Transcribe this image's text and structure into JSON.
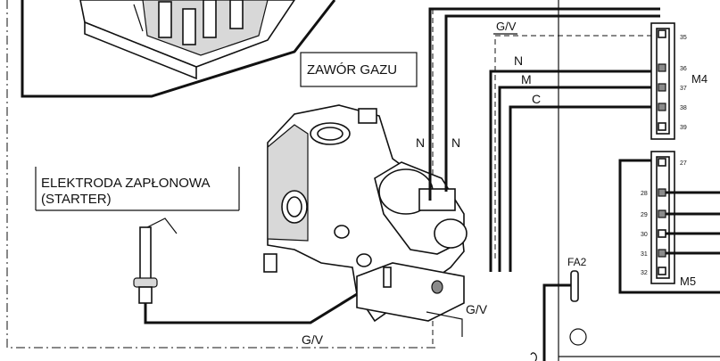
{
  "labels": {
    "gas_valve": "ZAWÓR GAZU",
    "ignition_electrode_line1": "ELEKTRODA ZAPŁONOWA",
    "ignition_electrode_line2": "(STARTER)",
    "gv_top": "G/V",
    "gv_right": "G/V",
    "gv_bottom": "G/V",
    "wire_n1": "N",
    "wire_n2": "N",
    "wire_n3": "N",
    "wire_m": "M",
    "wire_c": "C",
    "fa2": "FA2",
    "connector_m4": "M4",
    "connector_m5": "M5"
  },
  "m4_pins": [
    "35",
    "36",
    "37",
    "38",
    "39"
  ],
  "m5_pins_right": [
    "27"
  ],
  "m5_pins_left": [
    "28",
    "29",
    "30",
    "31",
    "32"
  ]
}
